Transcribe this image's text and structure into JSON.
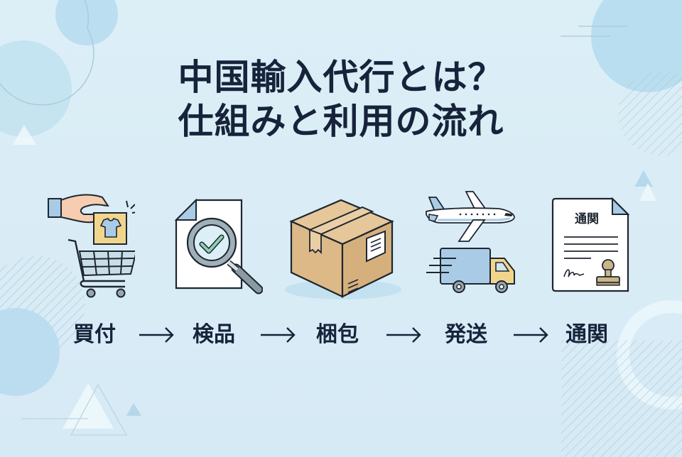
{
  "title": {
    "line1": "中国輸入代行とは？",
    "line2": "仕組みと利用の流れ"
  },
  "steps": [
    {
      "label": "買付",
      "icon": "shopping-cart-hand-icon"
    },
    {
      "label": "検品",
      "icon": "document-magnifier-check-icon"
    },
    {
      "label": "梱包",
      "icon": "cardboard-box-icon"
    },
    {
      "label": "発送",
      "icon": "airplane-truck-icon"
    },
    {
      "label": "通関",
      "icon": "customs-document-stamp-icon"
    }
  ],
  "customs_doc": {
    "heading": "通関"
  },
  "arrow_icon": "right-arrow-icon",
  "colors": {
    "background": "#dcedf6",
    "text": "#17233b",
    "accent_blue": "#b7ddf0",
    "box": "#dcb987",
    "yellow": "#f2d58c"
  }
}
